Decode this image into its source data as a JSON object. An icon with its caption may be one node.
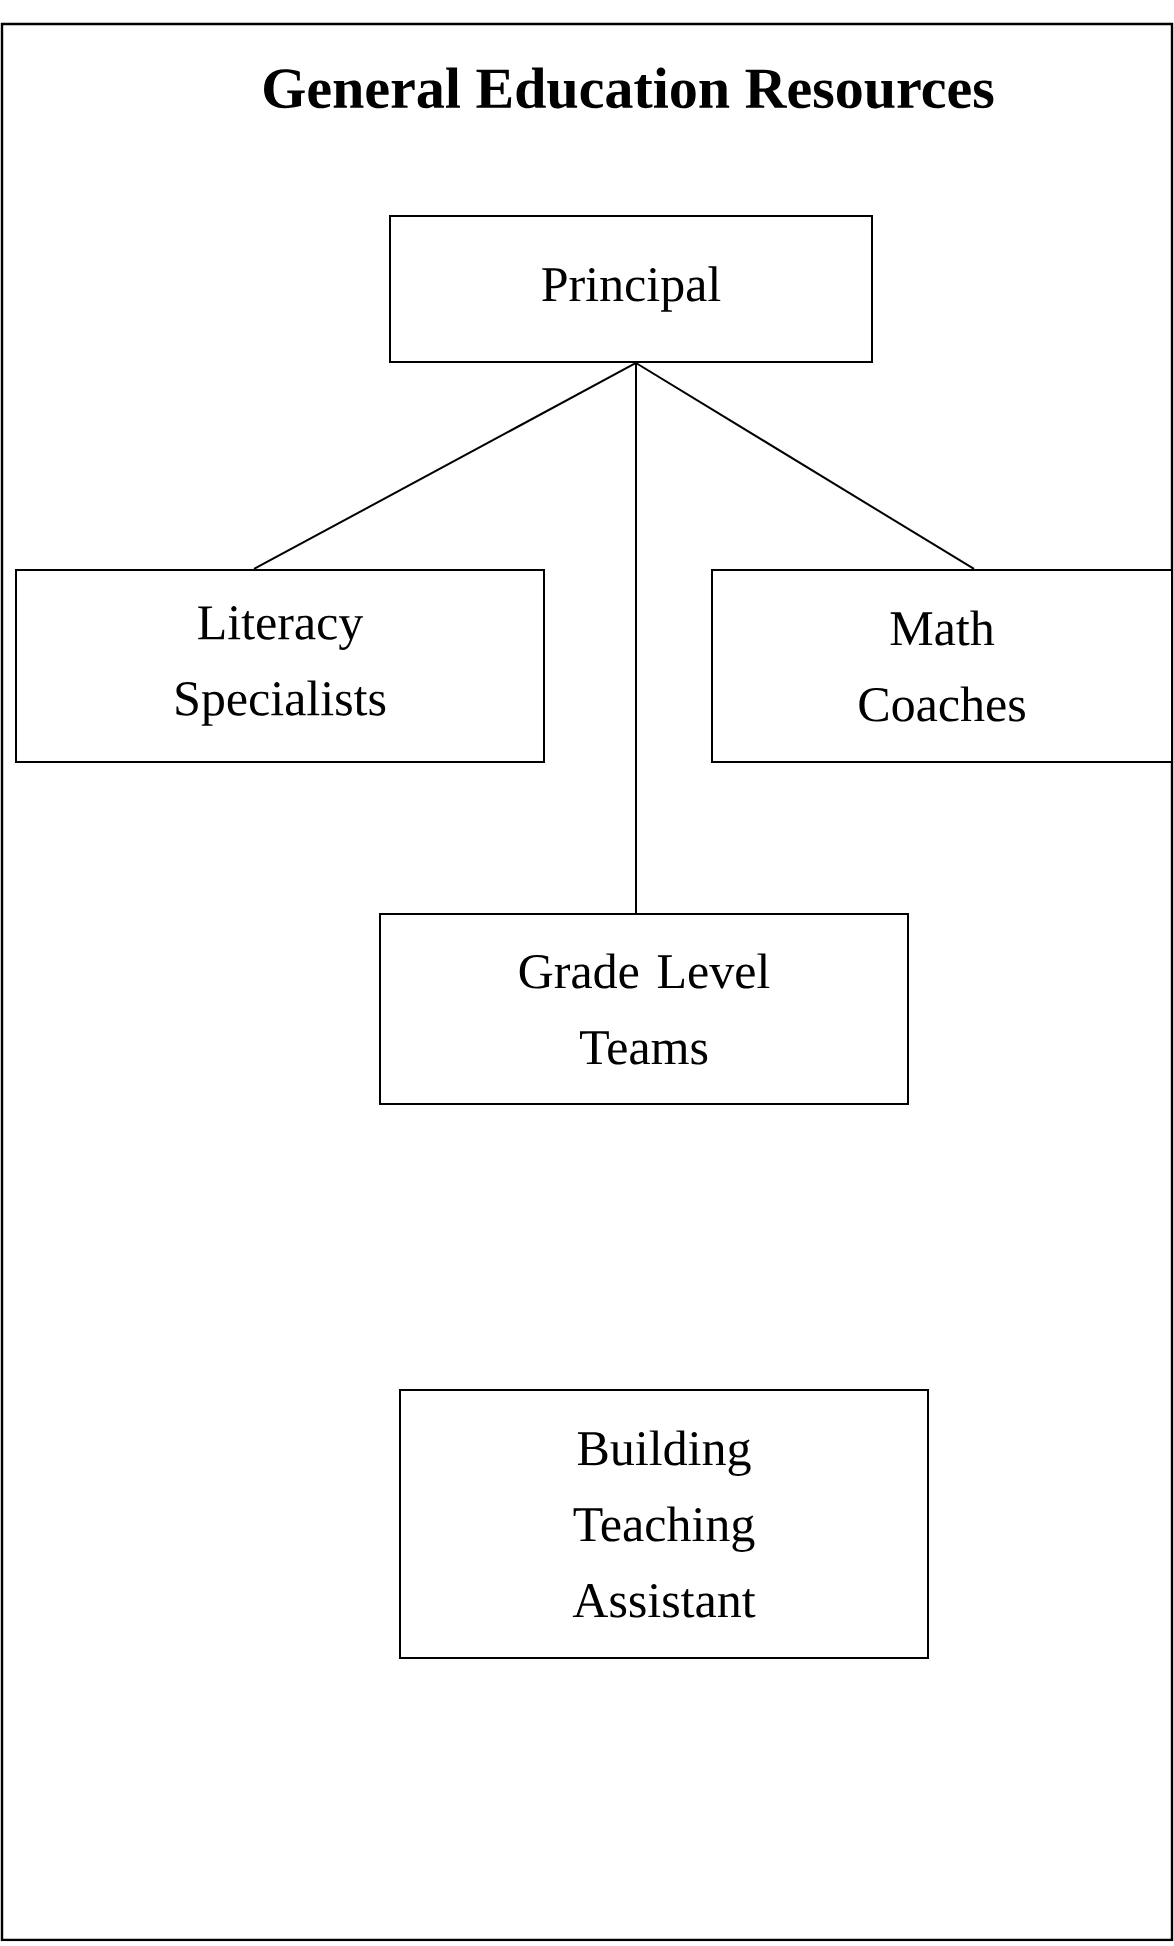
{
  "diagram": {
    "title": "General Education Resources",
    "nodes": [
      {
        "text": [
          "Principal"
        ]
      },
      {
        "text": [
          "Literacy Specialists"
        ]
      },
      {
        "text": [
          "Math Coaches"
        ]
      },
      {
        "text": [
          "Grade Level Teams"
        ]
      },
      {
        "text": [
          "Building Teaching Assistant"
        ]
      }
    ],
    "edges": [
      {
        "from": 0,
        "to": 1,
        "arrow": "none"
      },
      {
        "from": 0,
        "to": 3,
        "arrow": "none"
      },
      {
        "from": 0,
        "to": 2,
        "arrow": "none"
      }
    ]
  }
}
